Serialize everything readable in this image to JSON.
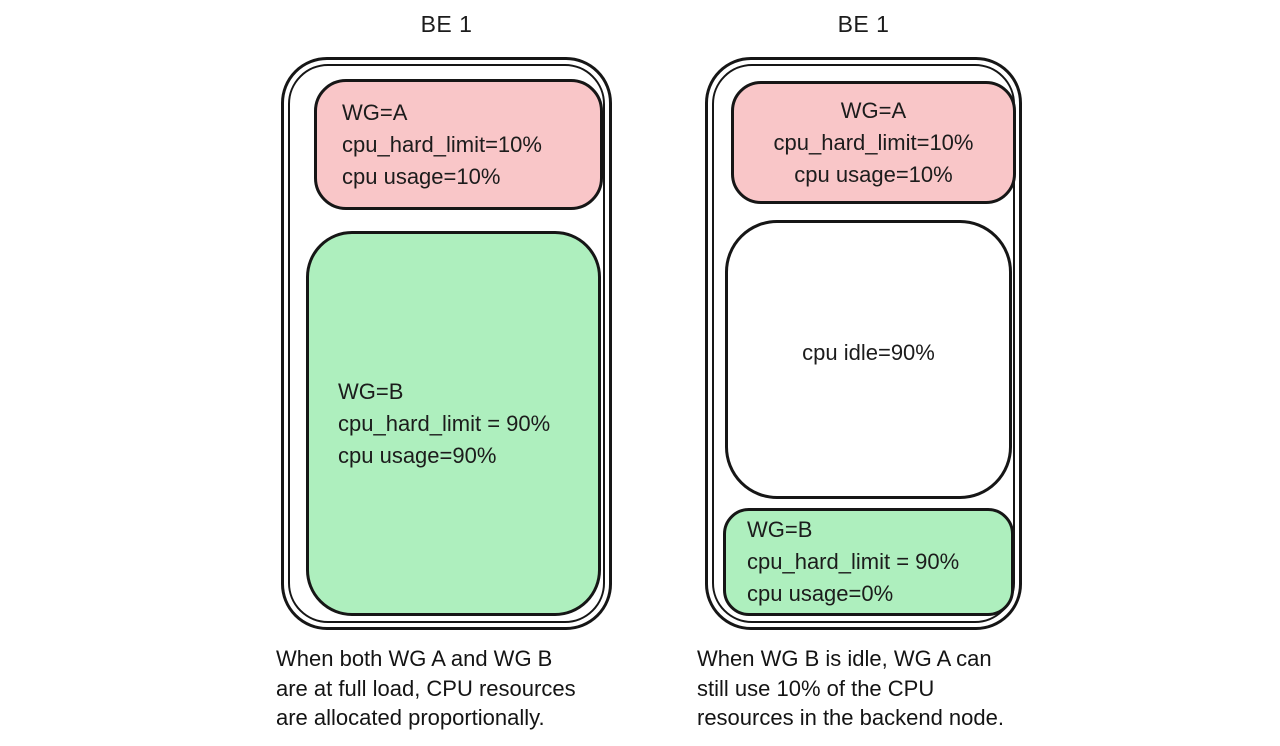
{
  "colors": {
    "background": "#ffffff",
    "stroke": "#161616",
    "text": "#1c1c1c",
    "wg_a_fill": "#f9c6c8",
    "wg_b_fill": "#aeefbe",
    "idle_fill": "#ffffff"
  },
  "panels": [
    {
      "title": "BE 1",
      "boxes": [
        {
          "lines": [
            "WG=A",
            "cpu_hard_limit=10%",
            "cpu usage=10%"
          ]
        },
        {
          "lines": [
            "WG=B",
            "cpu_hard_limit = 90%",
            "cpu usage=90%"
          ]
        }
      ],
      "caption_lines": [
        "When both WG A and WG B",
        "are at full load, CPU resources",
        "are allocated proportionally."
      ]
    },
    {
      "title": "BE 1",
      "boxes": [
        {
          "lines": [
            "WG=A",
            "cpu_hard_limit=10%",
            "cpu usage=10%"
          ]
        },
        {
          "lines": [
            "cpu idle=90%"
          ]
        },
        {
          "lines": [
            "WG=B",
            "cpu_hard_limit = 90%",
            "cpu usage=0%"
          ]
        }
      ],
      "caption_lines": [
        "When WG B is idle, WG A can",
        "still use 10% of the CPU",
        "resources in the backend node."
      ]
    }
  ]
}
